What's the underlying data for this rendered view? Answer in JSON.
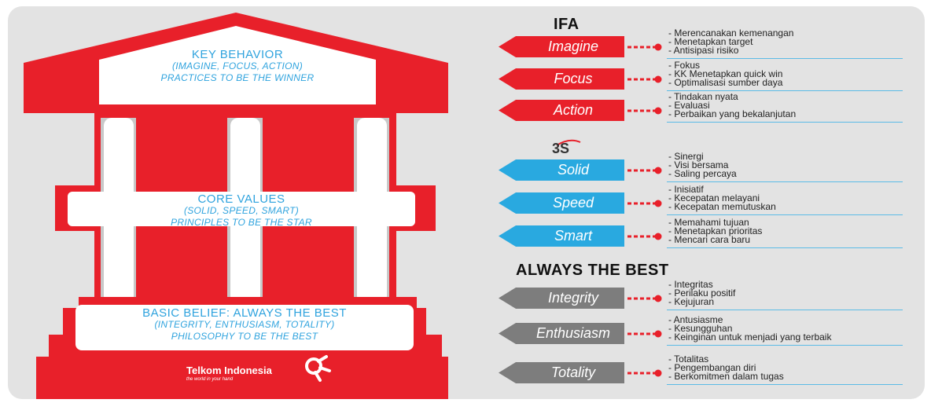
{
  "temple": {
    "key_behavior": {
      "title": "KEY BEHAVIOR",
      "line1": "(IMAGINE, FOCUS, ACTION)",
      "line2": "PRACTICES TO BE THE WINNER"
    },
    "core_values": {
      "title": "CORE VALUES",
      "line1": "(SOLID, SPEED, SMART)",
      "line2": "PRINCIPLES TO BE THE STAR"
    },
    "basic_belief": {
      "title": "BASIC BELIEF: ALWAYS THE BEST",
      "line1": "(INTEGRITY, ENTHUSIASM, TOTALITY)",
      "line2": "PHILOSOPHY TO BE THE BEST"
    },
    "brand": {
      "name": "Telkom Indonesia",
      "tagline": "the world in your hand"
    }
  },
  "ifa": {
    "heading": "IFA",
    "items": [
      {
        "label": "Imagine",
        "points": [
          "- Merencanakan kemenangan",
          "- Menetapkan target",
          "- Antisipasi risiko"
        ]
      },
      {
        "label": "Focus",
        "points": [
          "- Fokus",
          "- KK Menetapkan quick win",
          "- Optimalisasi sumber daya"
        ]
      },
      {
        "label": "Action",
        "points": [
          "- Tindakan nyata",
          "- Evaluasi",
          "- Perbaikan yang bekalanjutan"
        ]
      }
    ]
  },
  "threes": {
    "logo_text": "3S",
    "items": [
      {
        "label": "Solid",
        "points": [
          "- Sinergi",
          "- Visi bersama",
          "- Saling percaya"
        ]
      },
      {
        "label": "Speed",
        "points": [
          "- Inisiatif",
          "- Kecepatan melayani",
          "- Kecepatan memutuskan"
        ]
      },
      {
        "label": "Smart",
        "points": [
          "- Memahami tujuan",
          "- Menetapkan prioritas",
          "- Mencari cara baru"
        ]
      }
    ]
  },
  "atb": {
    "heading": "ALWAYS THE BEST",
    "items": [
      {
        "label": "Integrity",
        "points": [
          "- Integritas",
          "- Perilaku positif",
          "- Kejujuran"
        ]
      },
      {
        "label": "Enthusiasm",
        "points": [
          "- Antusiasme",
          "- Kesungguhan",
          "- Keinginan untuk menjadi yang terbaik"
        ]
      },
      {
        "label": "Totality",
        "points": [
          "- Totalitas",
          "- Pengembangan diri",
          "- Berkomitmen dalam tugas"
        ]
      }
    ]
  },
  "colors": {
    "red": "#e8202a",
    "blue": "#29a9e0",
    "gray": "#7d7d7d",
    "text_blue": "#2fa3de",
    "rule": "#5bbbe6"
  }
}
